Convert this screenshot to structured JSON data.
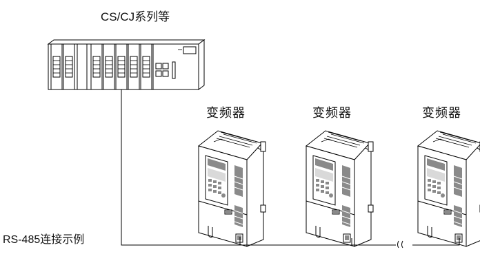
{
  "plc": {
    "label": "CS/CJ系列等"
  },
  "inverters": [
    {
      "label": "变频器"
    },
    {
      "label": "变频器"
    },
    {
      "label": "变频器"
    }
  ],
  "connection": {
    "label": "RS-485连接示例"
  }
}
